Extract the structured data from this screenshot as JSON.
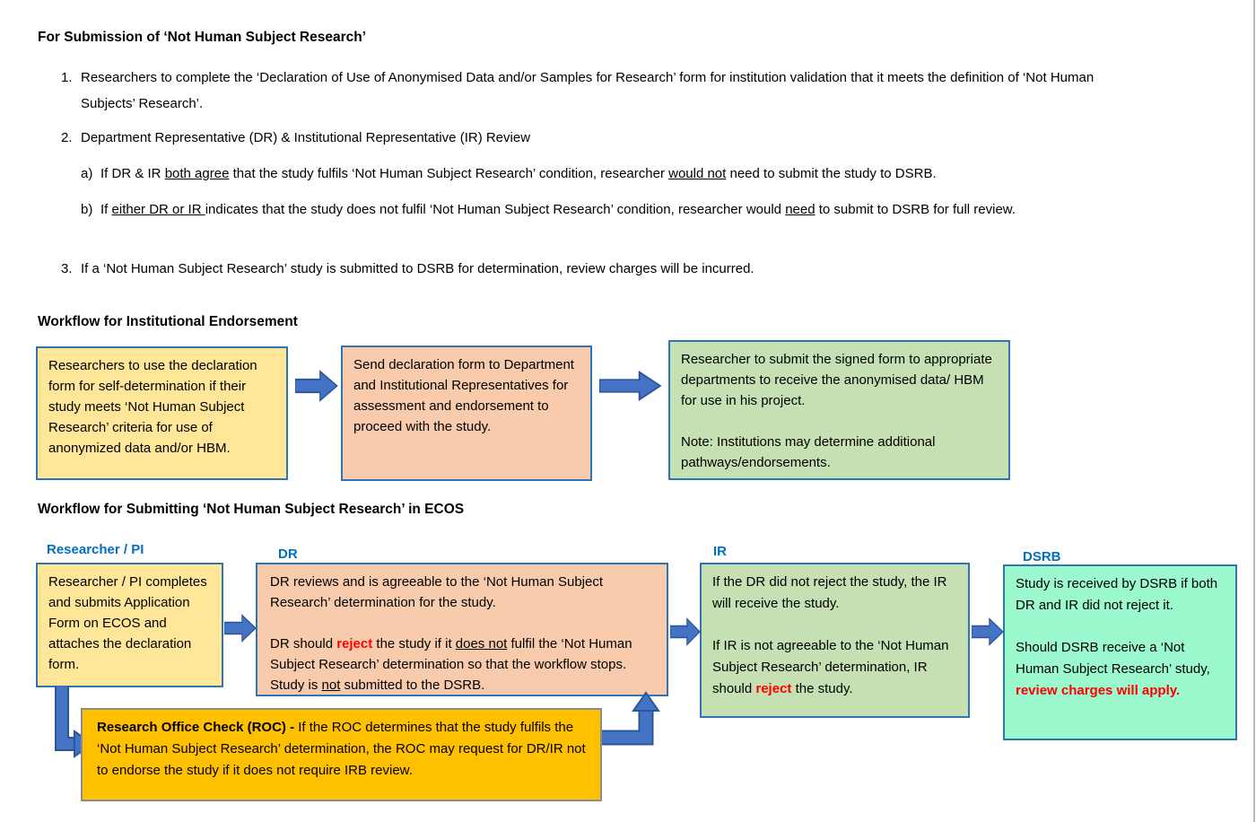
{
  "colors": {
    "box_yellow": "#FFE699",
    "box_peach": "#F8CBAD",
    "box_green": "#C6E0B4",
    "box_mint": "#9CF9CE",
    "box_gold": "#FFC000",
    "border_blue": "#2E75B6",
    "arrow_blue": "#4472C4",
    "arrow_outline": "#2E5597",
    "lane_label_blue": "#0070C0",
    "emphasis_red": "#FF0000"
  },
  "intro": {
    "heading": "For Submission of ‘Not Human Subject Research’",
    "items": [
      {
        "marker": "1.",
        "paragraphs": [
          [
            "Researchers to complete the ‘Declaration of Use of Anonymised Data and/or Samples for Research’ form for institution validation that it meets the definition of ‘Not Human Subjects’ Research’."
          ]
        ]
      },
      {
        "marker": "2.",
        "paragraphs": [
          [
            "Department Representative (DR) & Institutional Representative (IR) Review"
          ]
        ]
      },
      {
        "marker": "a)",
        "paragraphs": [
          [
            "If DR & IR ",
            {
              "t": "both agree",
              "s": "u"
            },
            " that the study fulfils ‘Not Human Subject Research’ condition, researcher ",
            {
              "t": "would not",
              "s": "u"
            },
            " need to submit the study to DSRB."
          ]
        ]
      },
      {
        "marker": "b)",
        "paragraphs": [
          [
            "If ",
            {
              "t": "either DR or IR ",
              "s": "u"
            },
            "indicates that the study does not fulfil ‘Not Human Subject Research’ condition, researcher would ",
            {
              "t": "need",
              "s": "u"
            },
            " to submit to DSRB for full review."
          ]
        ]
      },
      {
        "marker": "3.",
        "paragraphs": [
          [
            "If a ‘Not Human Subject Research’ study is submitted to DSRB for determination, review charges will be incurred."
          ]
        ]
      }
    ]
  },
  "workflow1": {
    "heading": "Workflow for Institutional Endorsement",
    "boxes": {
      "self_determination": {
        "paragraphs": [
          [
            "Researchers to use the declaration form for self-determination if their study meets ‘Not Human Subject Research’ criteria for use of anonymized data and/or HBM."
          ]
        ]
      },
      "send_declaration": {
        "paragraphs": [
          [
            "Send declaration form to Department and Institutional Representatives for assessment and endorsement to proceed with the study."
          ]
        ]
      },
      "submit_signed_form": {
        "paragraphs": [
          [
            "Researcher to submit the signed form to appropriate departments to receive the anonymised data/ HBM for use in his project."
          ],
          [
            "Note: Institutions may determine additional pathways/endorsements."
          ]
        ]
      }
    }
  },
  "workflow2": {
    "heading": "Workflow for Submitting ‘Not Human Subject Research’ in ECOS",
    "lanes": {
      "researcher": "Researcher / PI",
      "dr": "DR",
      "ir": "IR",
      "dsrb": "DSRB"
    },
    "boxes": {
      "researcher": {
        "paragraphs": [
          [
            "Researcher / PI completes and submits Application Form on ECOS and attaches the declaration form."
          ]
        ]
      },
      "dr": {
        "paragraphs": [
          [
            "DR reviews and is agreeable to the ‘Not Human Subject Research’ determination for the study."
          ],
          [
            "DR should ",
            {
              "t": "reject",
              "s": "rb"
            },
            " the study if it ",
            {
              "t": "does not",
              "s": "u"
            },
            " fulfil the ‘Not Human Subject Research’ determination so that the workflow stops. Study is ",
            {
              "t": "not",
              "s": "u"
            },
            " submitted to the DSRB."
          ]
        ]
      },
      "ir": {
        "paragraphs": [
          [
            "If the DR did not reject the study, the IR will receive the study."
          ],
          [
            "If IR is not agreeable to the ‘Not Human Subject Research’ determination, IR should ",
            {
              "t": "reject",
              "s": "rb"
            },
            " the study."
          ]
        ]
      },
      "dsrb": {
        "paragraphs": [
          [
            "Study is received by DSRB if both DR and IR did not reject it."
          ],
          [
            "Should DSRB receive a ‘Not Human Subject Research’ study, ",
            {
              "t": "review charges will apply.",
              "s": "rb"
            }
          ]
        ]
      },
      "roc": {
        "paragraphs": [
          [
            {
              "t": "Research Office Check (ROC) - ",
              "s": "b"
            },
            "If the ROC determines that the study fulfils the ‘Not Human Subject Research’ determination, the ROC may request for DR/IR not to endorse the study if it does not require IRB review."
          ]
        ]
      }
    }
  }
}
